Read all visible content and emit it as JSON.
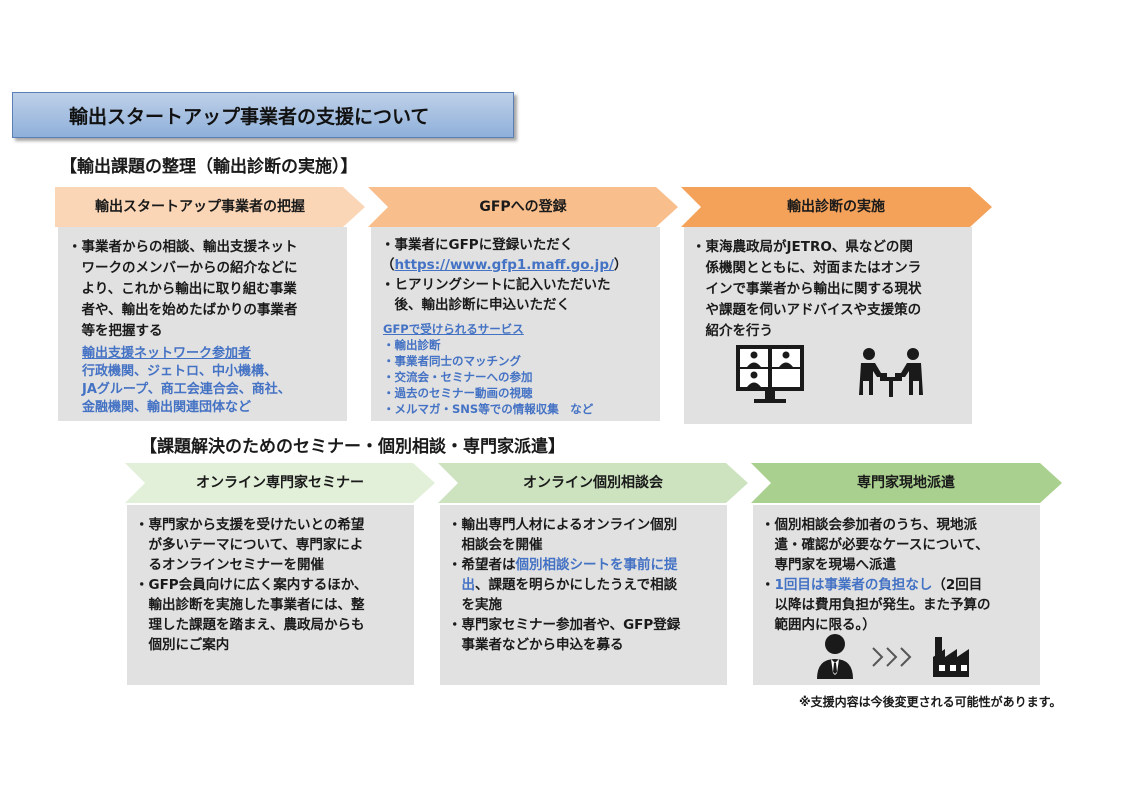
{
  "title": "輸出スタートアップ事業者の支援について",
  "section1": {
    "heading": "【輸出課題の整理（輸出診断の実施）】",
    "steps": [
      {
        "label": "輸出スタートアップ事業者の把握",
        "lines": [
          "・事業者からの相談、輸出支援ネット",
          "　ワークのメンバーからの紹介などに",
          "　より、これから輸出に取り組む事業",
          "　者や、輸出を始めたばかりの事業者",
          "　等を把握する"
        ],
        "sub_title": "輸出支援ネットワーク参加者",
        "sub_lines": [
          "行政機関、ジェトロ、中小機構、",
          "JAグループ、商工会連合会、商社、",
          "金融機関、輸出関連団体など"
        ]
      },
      {
        "label": "GFPへの登録",
        "line1": "・事業者にGFPに登録いただく",
        "link_open": "（",
        "link": "https://www.gfp1.maff.go.jp/",
        "link_close": "）",
        "line3": "・ヒアリングシートに記入いただいた",
        "line4": "　後、輸出診断に申込いただく",
        "services_title": "GFPで受けられるサービス",
        "services": [
          "・輸出診断",
          "・事業者同士のマッチング",
          "・交流会・セミナーへの参加",
          "・過去のセミナー動画の視聴",
          "・メルマガ・SNS等での情報収集　など"
        ]
      },
      {
        "label": "輸出診断の実施",
        "lines": [
          "・東海農政局がJETRO、県などの関",
          "　係機関とともに、対面またはオンラ",
          "　インで事業者から輸出に関する現状",
          "　や課題を伺いアドバイスや支援策の",
          "　紹介を行う"
        ]
      }
    ]
  },
  "section2": {
    "heading": "【課題解決のためのセミナー・個別相談・専門家派遣】",
    "steps": [
      {
        "label": "オンライン専門家セミナー",
        "lines": [
          "・専門家から支援を受けたいとの希望",
          "　が多いテーマについて、専門家によ",
          "　るオンラインセミナーを開催",
          "・GFP会員向けに広く案内するほか、",
          "　輸出診断を実施した事業者には、整",
          "　理した課題を踏まえ、農政局からも",
          "　個別にご案内"
        ]
      },
      {
        "label": "オンライン個別相談会",
        "line1": "・輸出専門人材によるオンライン個別",
        "line2": "　相談会を開催",
        "line3a": "・希望者は",
        "line3b": "個別相談シートを事前に提",
        "line4a": "　",
        "line4b": "出",
        "line4c": "、課題を明らかにしたうえで相談",
        "line5": "　を実施",
        "line6": "・専門家セミナー参加者や、GFP登録",
        "line7": "　事業者などから申込を募る"
      },
      {
        "label": "専門家現地派遣",
        "line1": "・個別相談会参加者のうち、現地派",
        "line2": "　遣・確認が必要なケースについて、",
        "line3": "　専門家を現場へ派遣",
        "line4a": "・",
        "line4b": "1回目は事業者の負担なし",
        "line4c": "（2回目",
        "line5": "　以降は費用負担が発生。また予算の",
        "line6": "　範囲内に限る。）"
      }
    ]
  },
  "note": "※支援内容は今後変更される可能性があります。",
  "colors": {
    "chevron1": "#fbd6b6",
    "chevron2": "#f8be8c",
    "chevron3": "#f4a25a",
    "chevron4": "#e2efd9",
    "chevron5": "#cde3bf",
    "chevron6": "#a9d08e",
    "box": "#e1e1e1",
    "accent_blue": "#4472c4"
  },
  "icons": [
    "video-conference-icon",
    "meeting-table-icon",
    "business-person-icon",
    "triple-chevron-arrow-icon",
    "factory-icon"
  ]
}
